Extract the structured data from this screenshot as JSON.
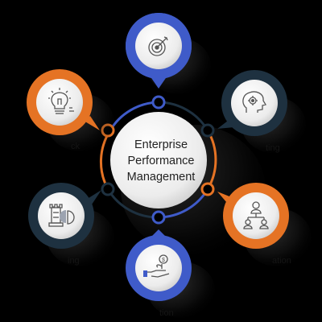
{
  "center": {
    "lines": [
      "Enterprise",
      "Performance",
      "Management"
    ]
  },
  "nodes": [
    {
      "id": "top",
      "icon": "target-icon",
      "color": "#3f5bc9"
    },
    {
      "id": "upper-right",
      "icon": "brain-gear-icon",
      "color": "#1e3140"
    },
    {
      "id": "lower-right",
      "icon": "team-hierarchy-icon",
      "color": "#e57324"
    },
    {
      "id": "bottom",
      "icon": "hand-coin-plant-icon",
      "color": "#3f5bc9"
    },
    {
      "id": "lower-left",
      "icon": "chess-rook-chart-icon",
      "color": "#1e3140"
    },
    {
      "id": "upper-left",
      "icon": "lightbulb-idea-icon",
      "color": "#e57324"
    }
  ],
  "faint_labels": [
    "ck",
    "ting",
    "ing",
    "ation",
    "tion"
  ],
  "colors": {
    "blue": "#3f5bc9",
    "navy": "#1e3140",
    "orange": "#e57324",
    "background": "#000000"
  }
}
